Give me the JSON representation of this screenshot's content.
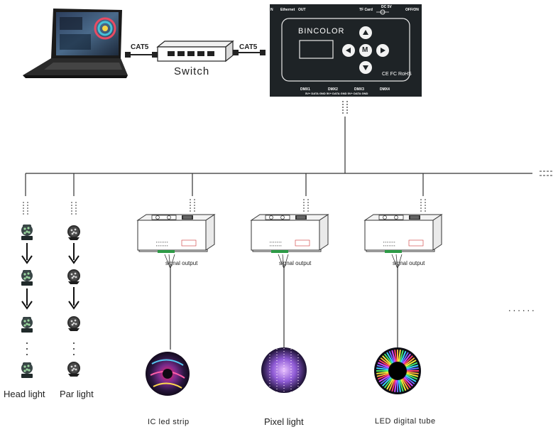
{
  "labels": {
    "cat5_left": "CAT5",
    "cat5_right": "CAT5",
    "switch": "Switch",
    "signal_output": "signal output",
    "head_light": "Head light",
    "par_light": "Par light",
    "ic_led_strip": "IC led strip",
    "pixel_light": "Pixel light",
    "led_digital_tube": "LED digital tube",
    "ellipsis_right": "......"
  },
  "controller": {
    "brand": "BINCOLOR",
    "button_center": "M",
    "cert": "CE FC RoHS",
    "top_labels": [
      "N",
      "Ethernet",
      "OUT",
      "TF Card",
      "DC 5V",
      "OFF/ON"
    ],
    "dmx_ports": [
      "DMX1",
      "DMX2",
      "DMX3",
      "DMX4"
    ],
    "pin_row": "5V+  DATA  GND  5V+  DATA  GND  5V+  DATA  GND"
  },
  "icons": {
    "laptop": "laptop-icon",
    "switch": "network-switch-icon",
    "controller": "dmx-controller-icon",
    "decoder": "dmx-decoder-icon",
    "head": "moving-head-icon",
    "par": "par-light-icon"
  },
  "colors": {
    "line": "#333333",
    "panel": "#1e2326",
    "screen": "#3b4f6b"
  }
}
